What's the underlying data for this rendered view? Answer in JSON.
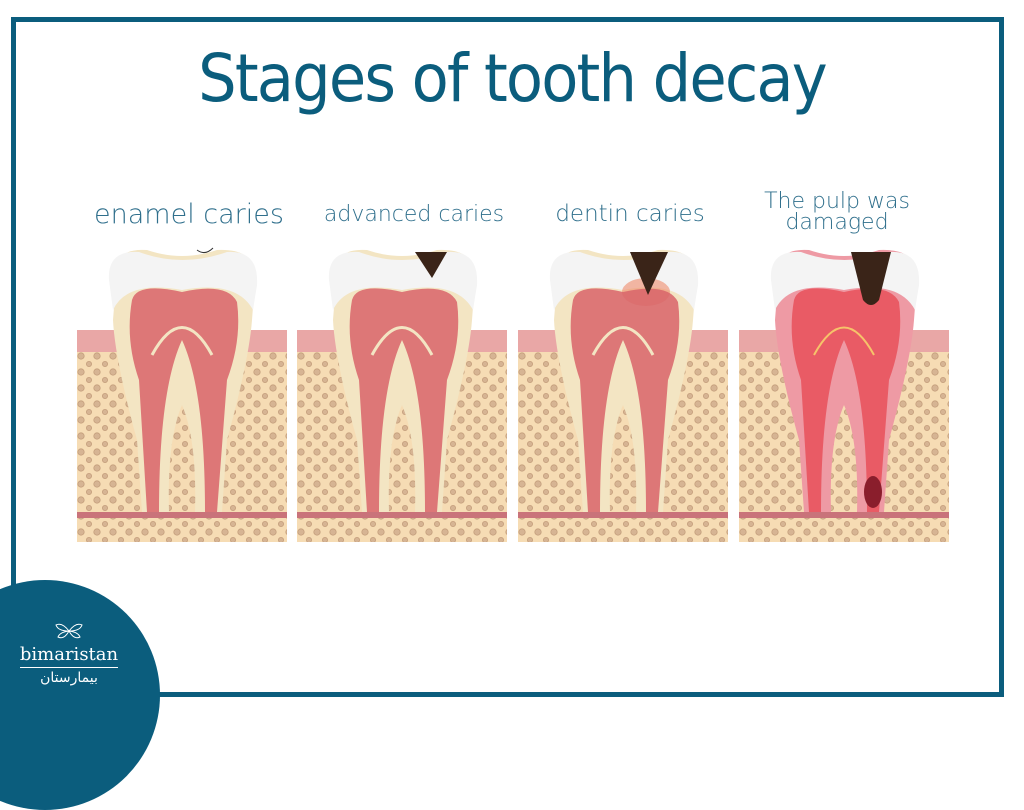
{
  "title": "Stages of tooth decay",
  "colors": {
    "brand": "#0b5d7d",
    "label_text": "#2f6f8c",
    "enamel": "#f4f4f4",
    "dentin": "#f2dba0",
    "pulp": "#d8646a",
    "gum": "#e9a7a6",
    "bone": "#f6dcb4",
    "cavity": "#3a2418"
  },
  "stages": [
    {
      "label": "enamel caries",
      "cavity": "none"
    },
    {
      "label": "advanced caries",
      "cavity": "small"
    },
    {
      "label": "dentin caries",
      "cavity": "medium"
    },
    {
      "label": "The pulp was damaged",
      "label_line1": "The pulp was",
      "label_line2": "damaged",
      "cavity": "deep"
    }
  ],
  "logo": {
    "name": "bimaristan",
    "arabic": "بيمارستان",
    "icon": "butterfly-icon"
  }
}
